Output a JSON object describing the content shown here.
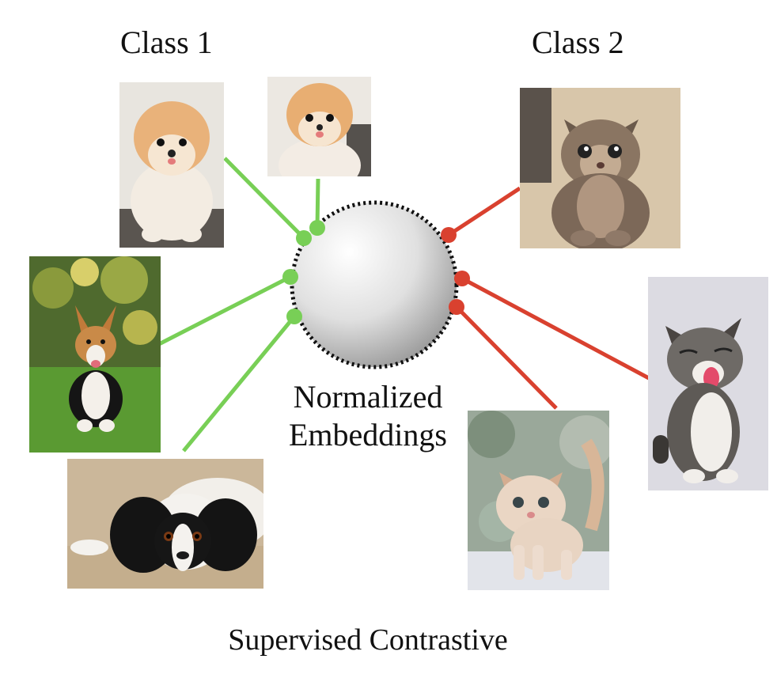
{
  "labels": {
    "class1": "Class 1",
    "class2": "Class 2",
    "center_line1": "Normalized",
    "center_line2": "Embeddings",
    "caption": "Supervised Contrastive"
  },
  "colors": {
    "class1": "#78cf56",
    "class2": "#d9412f",
    "sphere_border": "#111111"
  },
  "images": {
    "class1": [
      "pomeranian-dog",
      "pomeranian-dog",
      "corgi-dog",
      "cavalier-spaniel-dog"
    ],
    "class2": [
      "tabby-kitten",
      "yawning-tabby-kitten",
      "cream-kitten"
    ]
  }
}
